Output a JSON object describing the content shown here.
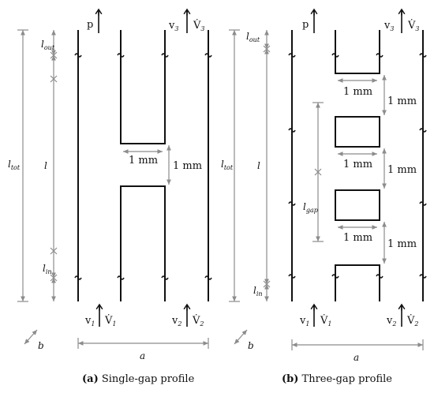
{
  "panel_a": {
    "caption_letter": "(a)",
    "caption_text": " Single-gap profile",
    "label_p": "p",
    "label_v3": "v",
    "label_v3_sub": "3",
    "label_V3": "V̇",
    "label_V3_sub": "3",
    "label_v1": "v",
    "label_v1_sub": "1",
    "label_V1": "V̇",
    "label_V1_sub": "1",
    "label_v2": "v",
    "label_v2_sub": "2",
    "label_V2": "V̇",
    "label_V2_sub": "2",
    "l_out": "l",
    "l_out_sub": "out",
    "l_tot": "l",
    "l_tot_sub": "tot",
    "l": "l",
    "l_in": "l",
    "l_in_sub": "in",
    "b": "b",
    "a": "a",
    "gap_width": "1 mm",
    "gap_height": "1 mm"
  },
  "panel_b": {
    "caption_letter": "(b)",
    "caption_text": " Three-gap profile",
    "label_p": "p",
    "label_v3": "v",
    "label_v3_sub": "3",
    "label_V3": "V̇",
    "label_V3_sub": "3",
    "label_v1": "v",
    "label_v1_sub": "1",
    "label_V1": "V̇",
    "label_V1_sub": "1",
    "label_v2": "v",
    "label_v2_sub": "2",
    "label_V2": "V̇",
    "label_V2_sub": "2",
    "l_out": "l",
    "l_out_sub": "out",
    "l_tot": "l",
    "l_tot_sub": "tot",
    "l": "l",
    "l_gap": "l",
    "l_gap_sub": "gap",
    "l_in": "l",
    "l_in_sub": "in",
    "b": "b",
    "a": "a",
    "dim_1mm": [
      "1 mm",
      "1 mm",
      "1 mm",
      "1 mm",
      "1 mm",
      "1 mm"
    ]
  },
  "colors": {
    "wall": "#111111",
    "dimension": "#8c8c8c"
  }
}
